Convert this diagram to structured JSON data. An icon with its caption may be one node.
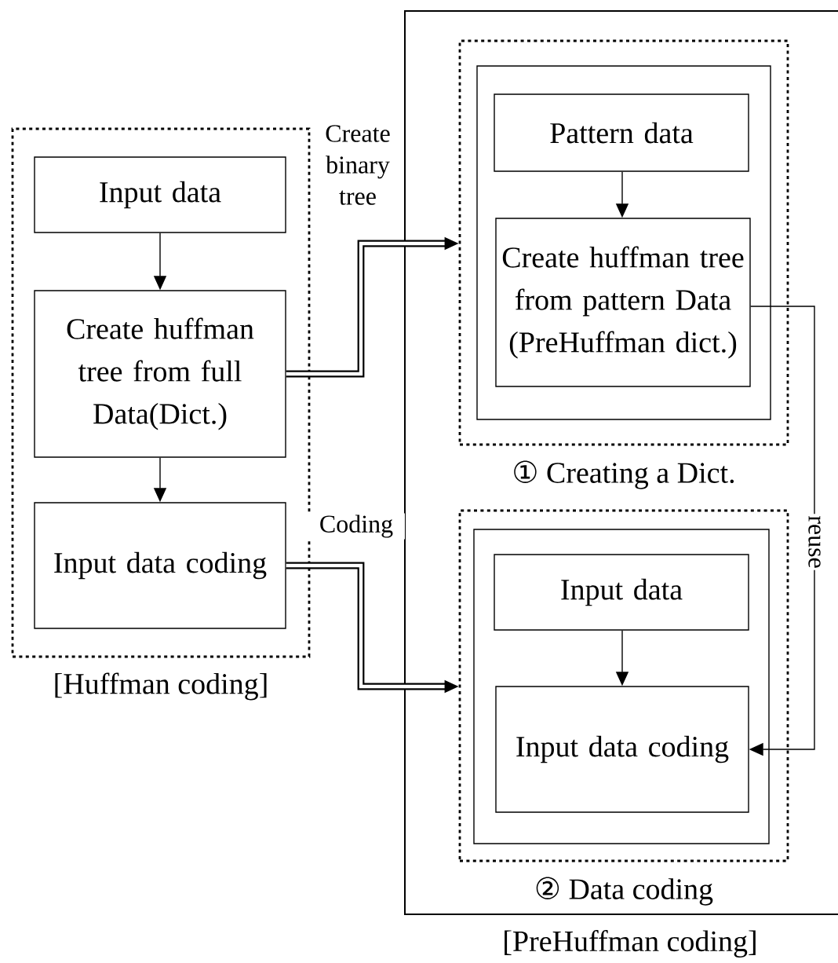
{
  "diagram": {
    "nodes": [
      {
        "text": [
          "[Huffman coding]"
        ]
      },
      {
        "text": [
          "Input data"
        ],
        "in": 0
      },
      {
        "text": [
          "Create huffman tree from full Data(Dict.)"
        ],
        "in": 0
      },
      {
        "text": [
          "Input data coding"
        ],
        "in": 0
      },
      {
        "text": [
          "[PreHuffman coding]"
        ]
      },
      {
        "text": [
          "① Creating a Dict."
        ],
        "in": 4
      },
      {
        "text": [],
        "shape": "box",
        "in": 5
      },
      {
        "text": [
          "Pattern data"
        ],
        "in": 6
      },
      {
        "text": [
          "Create huffman tree from pattern Data (PreHuffman dict.)"
        ],
        "in": 6
      },
      {
        "text": [
          "② Data coding"
        ],
        "in": 4
      },
      {
        "text": [],
        "shape": "box",
        "in": 9
      },
      {
        "text": [
          "Input data"
        ],
        "in": 10
      },
      {
        "text": [
          "Input data coding"
        ],
        "in": 10
      }
    ],
    "edges": [
      {
        "from": 1,
        "to": 2,
        "arrow": "to"
      },
      {
        "from": 2,
        "to": 3,
        "arrow": "to"
      },
      {
        "from": 7,
        "to": 8,
        "arrow": "to"
      },
      {
        "from": 11,
        "to": 12,
        "arrow": "to"
      },
      {
        "from": 2,
        "to": 5,
        "arrow": "to",
        "label": "Create binary tree",
        "style": "thick"
      },
      {
        "from": 3,
        "to": 9,
        "arrow": "to",
        "label": "Coding",
        "style": "thick"
      },
      {
        "from": 8,
        "to": 12,
        "arrow": "to",
        "label": "reuse"
      }
    ]
  }
}
